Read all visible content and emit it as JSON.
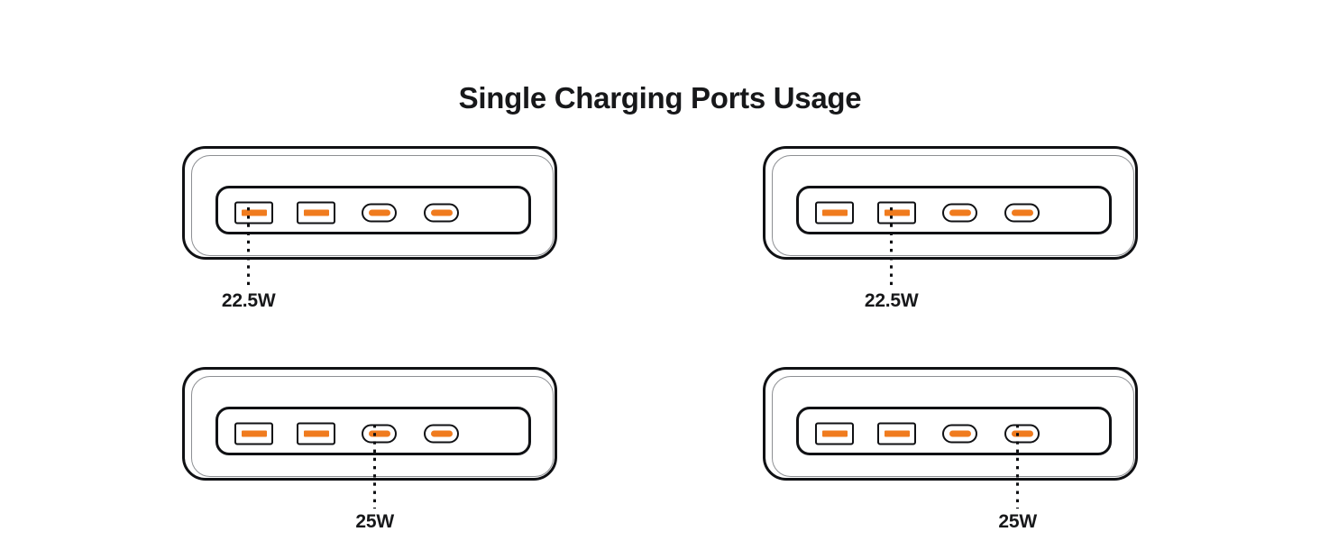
{
  "title": "Single Charging Ports Usage",
  "colors": {
    "background": "#ffffff",
    "outline": "#101114",
    "inner_outline": "#8d8f93",
    "port_accent": "#F07B1E",
    "text": "#17181a"
  },
  "port_layout": {
    "count": 4,
    "types": [
      "usb-a",
      "usb-a",
      "usb-c",
      "usb-c"
    ],
    "slot_names": [
      "usb-a-port-1",
      "usb-a-port-2",
      "usb-c-port-1",
      "usb-c-port-2"
    ]
  },
  "devices": [
    {
      "id": "device-top-left",
      "position": "top-left",
      "highlighted_port_index": 1,
      "highlighted_port_type": "usb-a",
      "label": "22.5W"
    },
    {
      "id": "device-top-right",
      "position": "top-right",
      "highlighted_port_index": 2,
      "highlighted_port_type": "usb-a",
      "label": "22.5W"
    },
    {
      "id": "device-bottom-left",
      "position": "bottom-left",
      "highlighted_port_index": 3,
      "highlighted_port_type": "usb-c",
      "label": "25W"
    },
    {
      "id": "device-bottom-right",
      "position": "bottom-right",
      "highlighted_port_index": 4,
      "highlighted_port_type": "usb-c",
      "label": "25W"
    }
  ]
}
